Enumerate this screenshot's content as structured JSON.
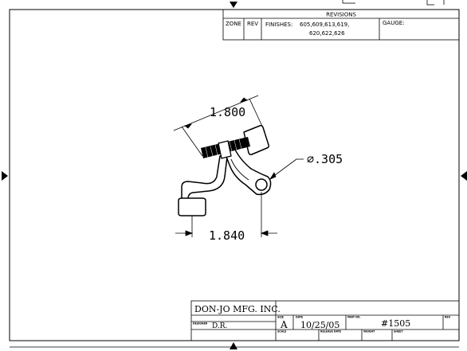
{
  "revisions": {
    "title": "REVISIONS",
    "zone_header": "ZONE",
    "rev_header": "REV",
    "finishes_label": "FINISHES:",
    "finishes_line1": "605,609,613,619,",
    "finishes_line2": "620,622,626",
    "gauge_label": "GAUGE:"
  },
  "dimensions": {
    "upper_length": "1.800",
    "hole_diameter": "∅.305",
    "lower_length": "1.840"
  },
  "title_block": {
    "company": "DON-JO MFG. INC.",
    "designer_label": "DESIGNER",
    "designer": "D.R.",
    "size_label": "SIZE",
    "size": "A",
    "date_label": "DATE",
    "date": "10/25/05",
    "part_label": "PART NO.",
    "part_number": "#1505",
    "rev_label": "REV",
    "scale_label": "SCALE",
    "release_label": "RELEASE DATE",
    "weight_label": "WEIGHT",
    "sheet_label": "SHEET"
  }
}
